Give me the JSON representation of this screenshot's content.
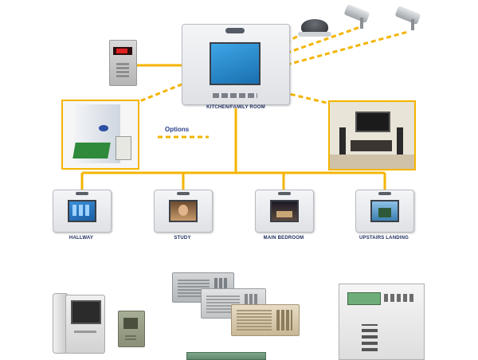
{
  "diagram": {
    "hub_label": "KITCHEN/FAMILY ROOM",
    "legend_title": "Options",
    "stations": [
      {
        "label": "HALLWAY"
      },
      {
        "label": "STUDY"
      },
      {
        "label": "MAIN BEDROOM"
      },
      {
        "label": "UPSTAIRS LANDING"
      }
    ],
    "colors": {
      "wire": "#f4b400",
      "label": "#1b2a5c",
      "screen": "#1a7ec4"
    }
  }
}
